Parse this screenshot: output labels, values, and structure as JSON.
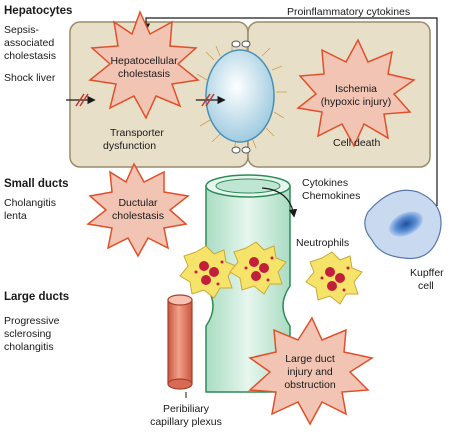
{
  "sections": {
    "hepatocytes": {
      "title": "Hepatocytes",
      "conditions": [
        "Sepsis-",
        "associated",
        "cholestasis",
        "Shock liver"
      ]
    },
    "small_ducts": {
      "title": "Small ducts",
      "conditions": [
        "Cholangitis",
        "lenta"
      ]
    },
    "large_ducts": {
      "title": "Large ducts",
      "conditions": [
        "Progressive",
        "sclerosing",
        "cholangitis"
      ]
    }
  },
  "labels": {
    "proinflammatory": "Proinflammatory cytokines",
    "hepatocellular": [
      "Hepatocellular",
      "cholestasis"
    ],
    "ischemia": [
      "Ischemia",
      "(hypoxic injury)"
    ],
    "transporter": [
      "Transporter",
      "dysfunction"
    ],
    "cell_death": "Cell death",
    "ductular": [
      "Ductular",
      "cholestasis"
    ],
    "cytokines": [
      "Cytokines",
      "Chemokines"
    ],
    "neutrophils": "Neutrophils",
    "kupffer": [
      "Kupffer",
      "cell"
    ],
    "large_duct_injury": [
      "Large duct",
      "injury and",
      "obstruction"
    ],
    "peribiliary": [
      "Peribiliary",
      "capillary plexus"
    ]
  },
  "colors": {
    "starburst": "#f2c4b4",
    "starburst_stroke": "#e0502a",
    "hepatocyte": "#e8dfc8",
    "canaliculus": "#cfe6f0",
    "duct": "#cfeede",
    "duct_stroke": "#2e8b57",
    "kupffer": "#c9d9f0",
    "vessel": "#e0705a",
    "arrow": "#c0392b"
  }
}
